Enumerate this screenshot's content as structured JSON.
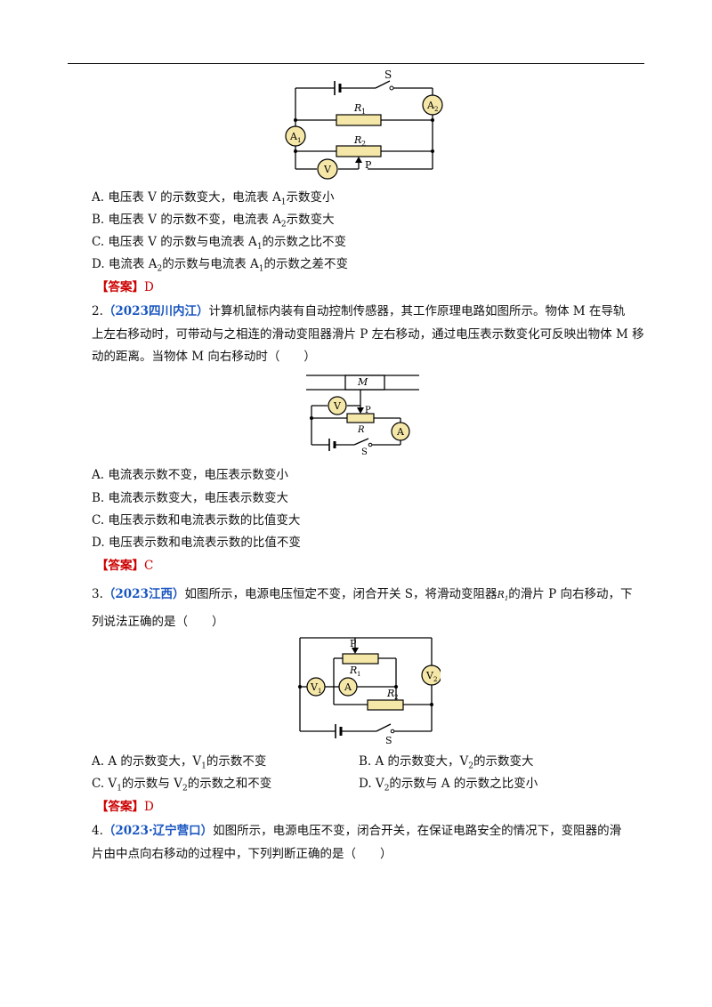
{
  "q1": {
    "circuit": {
      "s": "S",
      "r1": "R",
      "r1sub": "1",
      "r2": "R",
      "r2sub": "2",
      "p": "P",
      "a1": "A",
      "a1sub": "1",
      "a2": "A",
      "a2sub": "2",
      "v": "V"
    },
    "options": [
      {
        "pre": "A. 电压表 V 的示数变大，电流表 A",
        "sub": "1",
        "post": "示数变小"
      },
      {
        "pre": "B. 电压表 V 的示数不变，电流表 A",
        "sub": "2",
        "post": "示数变大"
      },
      {
        "pre": "C. 电压表 V 的示数与电流表 A",
        "sub": "1",
        "post": "的示数之比不变"
      },
      {
        "pre": "D. 电流表 A",
        "sub": "2",
        "mid": "的示数与电流表 A",
        "sub2": "1",
        "post": "的示数之差不变"
      }
    ],
    "answer_key": "【答案】",
    "answer": "D"
  },
  "q2": {
    "num": "2.",
    "source": "（2023四川内江）",
    "stem1": "计算机鼠标内装有自动控制传感器，其工作原理电路如图所示。物体 M 在导轨",
    "stem2": "上左右移动时，可带动与之相连的滑动变阻器滑片 P 左右移动，通过电压表示数变化可反映出物体 M 移",
    "stem3": "动的距离。当物体 M 向右移动时（　　）",
    "circuit": {
      "m": "M",
      "v": "V",
      "p": "P",
      "r": "R",
      "a": "A",
      "s": "S"
    },
    "options": [
      "A. 电流表示数不变，电压表示数变小",
      "B. 电流表示数变大，电压表示数变大",
      "C. 电压表示数和电流表示数的比值变大",
      "D. 电压表示数和电流表示数的比值不变"
    ],
    "answer_key": "【答案】",
    "answer": "C"
  },
  "q3": {
    "num": "3.",
    "source": "（2023江西）",
    "stem1a": "如图所示，电源电压恒定不变，闭合开关 S，将滑动变阻器",
    "stem1b": "的滑片 P 向右移动，下",
    "stem2": "列说法正确的是（　　）",
    "circuit": {
      "p": "P",
      "r1": "R",
      "r1sub": "1",
      "r2": "R",
      "r2sub": "2",
      "a": "A",
      "v1": "V",
      "v1sub": "1",
      "v2": "V",
      "v2sub": "2",
      "s": "S"
    },
    "options": {
      "a": {
        "pre": "A. A 的示数变大，V",
        "sub": "1",
        "post": "的示数不变"
      },
      "b": {
        "pre": "B. A 的示数变大，V",
        "sub": "2",
        "post": "的示数变大"
      },
      "c": {
        "pre": "C. V",
        "sub": "1",
        "mid": "的示数与 V",
        "sub2": "2",
        "post": "的示数之和不变"
      },
      "d": {
        "pre": "D. V",
        "sub": "2",
        "post": "的示数与 A 的示数之比变小"
      }
    },
    "answer_key": "【答案】",
    "answer": "D"
  },
  "q4": {
    "num": "4.",
    "source": "（2023·辽宁营口）",
    "stem1": "如图所示，电源电压不变，闭合开关，在保证电路安全的情况下，变阻器的滑",
    "stem2": "片由中点向右移动的过程中，下列判断正确的是（　　）"
  }
}
